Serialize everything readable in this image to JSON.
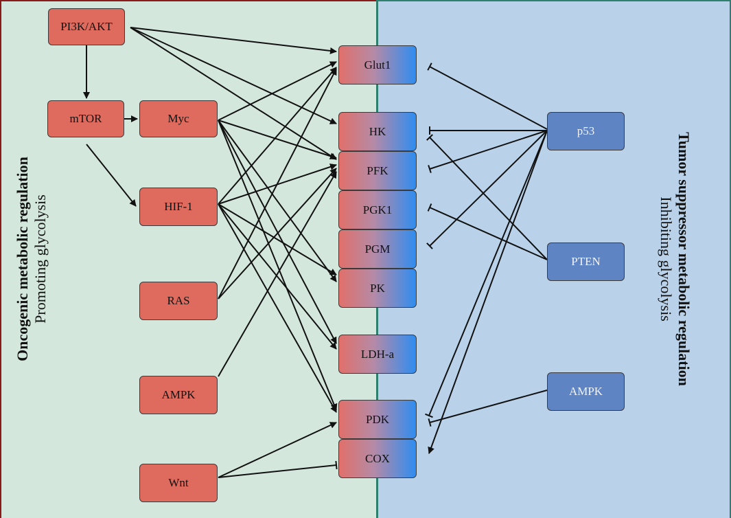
{
  "oncogenic": {
    "title": "Oncogenic metabolic regulation",
    "subtitle": "Promoting glycolysis",
    "nodes": [
      "PI3K/AKT",
      "mTOR",
      "Myc",
      "HIF-1",
      "RAS",
      "AMPK",
      "Wnt"
    ]
  },
  "suppressor": {
    "title": "Tumor suppressor metabolic regulation",
    "subtitle": "Inhibiting glycolysis",
    "nodes": [
      "p53",
      "PTEN",
      "AMPK"
    ]
  },
  "targets": [
    "Glut1",
    "HK",
    "PFK",
    "PGK1",
    "PGM",
    "PK",
    "LDH-a",
    "PDK",
    "COX"
  ],
  "colors": {
    "left_panel": "#d4e7dc",
    "right_panel": "#b9d2ea",
    "oncogenic_node": "#de6b5d",
    "suppressor_node": "#5f84c4",
    "target_gradient_left": "#e0706a",
    "target_gradient_right": "#2f8df0"
  }
}
